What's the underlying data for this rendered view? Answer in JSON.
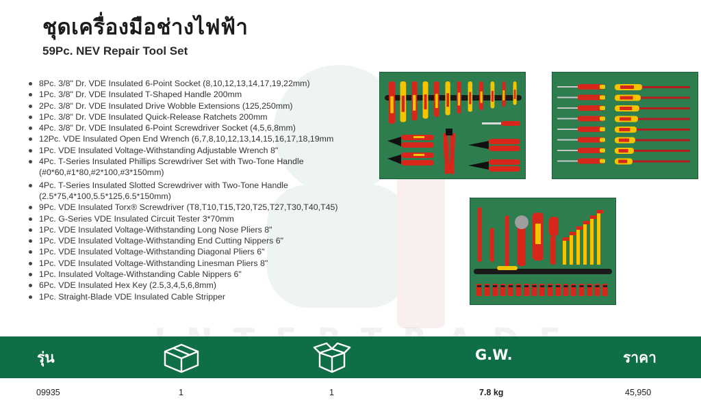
{
  "header": {
    "title_th": "ชุดเครื่องมือช่างไฟฟ้า",
    "title_en": "59Pc. NEV Repair Tool Set"
  },
  "watermark": "INTERTRADE",
  "items": [
    "8Pc. 3/8\" Dr. VDE Insulated 6-Point Socket (8,10,12,13,14,17,19,22mm)",
    "1Pc. 3/8\" Dr. VDE Insulated T-Shaped Handle 200mm",
    "2Pc. 3/8\" Dr. VDE Insulated Drive Wobble Extensions (125,250mm)",
    "1Pc. 3/8\" Dr. VDE Insulated Quick-Release Ratchets 200mm",
    "4Pc. 3/8\" Dr. VDE Insulated 6-Point Screwdriver Socket (4,5,6,8mm)",
    "12Pc. VDE Insulated Open End Wrench (6,7,8,10,12,13,14,15,16,17,18,19mm",
    "1Pc. VDE Insulated Voltage-Withstanding Adjustable Wrench 8\"",
    "4Pc. T-Series Insulated Phillips Screwdriver Set with Two-Tone Handle (#0*60,#1*80,#2*100,#3*150mm)",
    "4Pc. T-Series Insulated Slotted Screwdriver with Two-Tone Handle (2.5*75,4*100,5.5*125,6.5*150mm)",
    "9Pc. VDE Insulated Torx® Screwdriver (T8,T10,T15,T20,T25,T27,T30,T40,T45)",
    "1Pc. G-Series VDE Insulated Circuit Tester 3*70mm",
    "1Pc. VDE Insulated Voltage-Withstanding Long Nose Pliers 8\"",
    "1Pc. VDE Insulated Voltage-Withstanding End Cutting Nippers 6\"",
    "1Pc. VDE Insulated Voltage-Withstanding Diagonal Pliers 6\"",
    "1Pc. VDE Insulated Voltage-Withstanding Linesman Pliers 8\"",
    "1Pc. Insulated Voltage-Withstanding Cable Nippers 6\"",
    "6Pc. VDE Insulated Hex Key (2.5,3,4,5,6,8mm)",
    "1Pc. Straight-Blade VDE Insulated Cable Stripper"
  ],
  "table": {
    "headers": {
      "model": "รุ่น",
      "inner_box_icon": "closed-box-icon",
      "outer_box_icon": "open-box-icon",
      "gw": "G.W.",
      "price": "ราคา"
    },
    "row": {
      "model": "09935",
      "inner_qty": "1",
      "outer_qty": "1",
      "gw": "7.8 kg",
      "price": "45,950"
    }
  },
  "colors": {
    "brand_green": "#0f6e46",
    "tray_green": "#2e7d4f",
    "insulation_red": "#d6271c",
    "insulation_yellow": "#f5c400"
  }
}
